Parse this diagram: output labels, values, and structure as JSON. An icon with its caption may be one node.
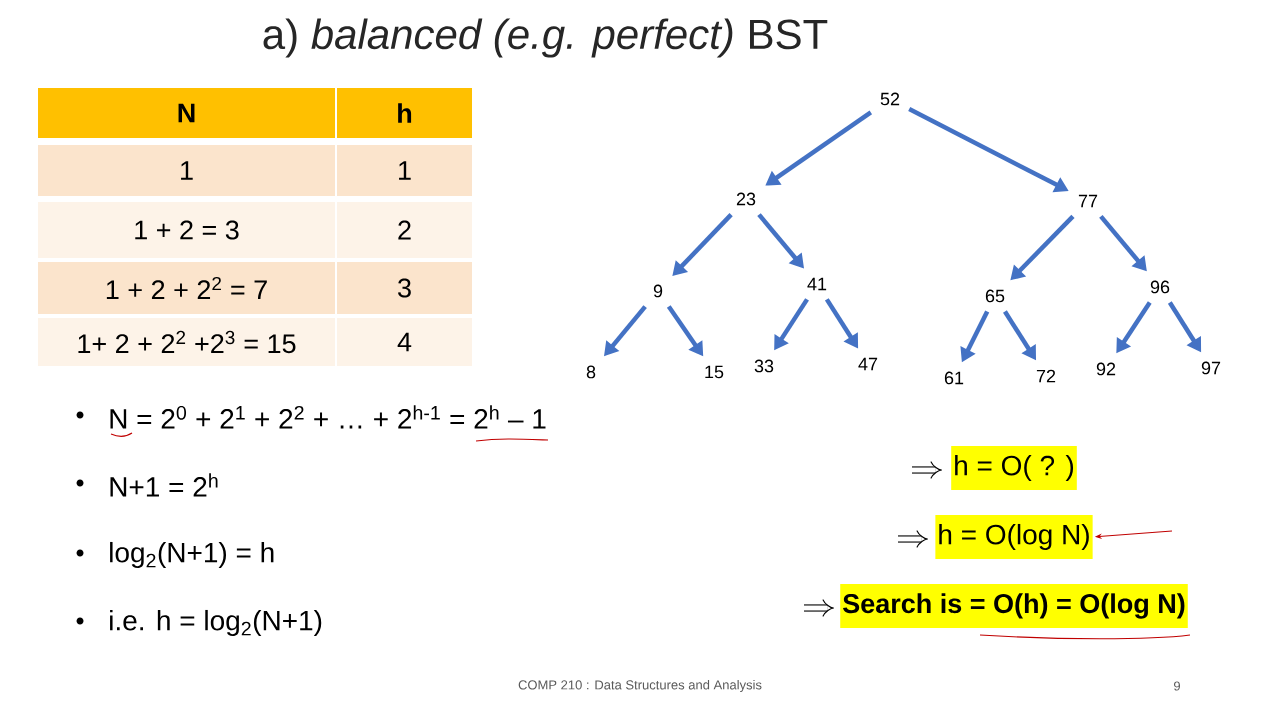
{
  "diagram": {
    "title": "a) *balanced (e.g. perfect)* BST",
    "nodes": [
      {
        "text": [
          "52"
        ]
      },
      {
        "text": [
          "23"
        ]
      },
      {
        "text": [
          "77"
        ]
      },
      {
        "text": [
          "9"
        ]
      },
      {
        "text": [
          "41"
        ]
      },
      {
        "text": [
          "65"
        ]
      },
      {
        "text": [
          "96"
        ]
      },
      {
        "text": [
          "8"
        ]
      },
      {
        "text": [
          "15"
        ]
      },
      {
        "text": [
          "33"
        ]
      },
      {
        "text": [
          "47"
        ]
      },
      {
        "text": [
          "61"
        ]
      },
      {
        "text": [
          "72"
        ]
      },
      {
        "text": [
          "92"
        ]
      },
      {
        "text": [
          "97"
        ]
      },
      {
        "text": [
          "h = O( ? )"
        ]
      },
      {
        "text": [
          "h = O(log N)"
        ]
      },
      {
        "text": [
          "Search is = O(h) = O(log N)"
        ]
      }
    ],
    "edges": [
      {
        "from": 0,
        "to": 1,
        "arrow": "to"
      },
      {
        "from": 0,
        "to": 2,
        "arrow": "to"
      },
      {
        "from": 1,
        "to": 3,
        "arrow": "to"
      },
      {
        "from": 1,
        "to": 4,
        "arrow": "to"
      },
      {
        "from": 2,
        "to": 5,
        "arrow": "to"
      },
      {
        "from": 2,
        "to": 6,
        "arrow": "to"
      },
      {
        "from": 3,
        "to": 7,
        "arrow": "to"
      },
      {
        "from": 3,
        "to": 8,
        "arrow": "to"
      },
      {
        "from": 4,
        "to": 9,
        "arrow": "to"
      },
      {
        "from": 4,
        "to": 10,
        "arrow": "to"
      },
      {
        "from": 5,
        "to": 11,
        "arrow": "to"
      },
      {
        "from": 5,
        "to": 12,
        "arrow": "to"
      },
      {
        "from": 6,
        "to": 13,
        "arrow": "to"
      },
      {
        "from": 6,
        "to": 14,
        "arrow": "to"
      },
      {
        "from": null,
        "to": 16,
        "arrow": "to",
        "color": "#c00000"
      }
    ],
    "labels": [
      "N",
      "h",
      "1",
      "1",
      "1 + 2 = 3",
      "2",
      "1 + 2 + 2$^{2}$ = 7",
      "3",
      "1+ 2 + 2$^{2}$ +2$^{3}$ = 15",
      "4",
      "N = 2$^{0}$ + 2$^{1}$ + 2$^{2}$ + … + 2$^{h-1}$ = 2$^{h}$ – 1",
      "N+1 = 2$^{h}$",
      "log$_{2}$(N+1) = h",
      "i.e. h = log$_{2}$(N+1)",
      "COMP 210 : Data Structures and Analysis",
      "9"
    ]
  }
}
